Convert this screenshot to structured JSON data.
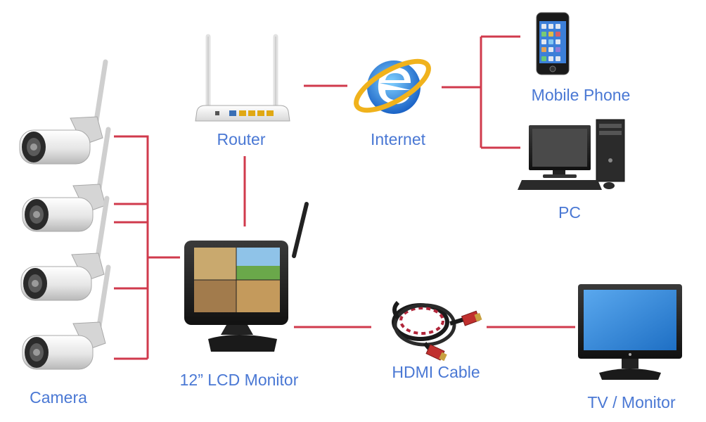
{
  "labels": {
    "router": "Router",
    "internet": "Internet",
    "mobile_phone": "Mobile Phone",
    "pc": "PC",
    "camera": "Camera",
    "lcd_monitor": "12” LCD Monitor",
    "hdmi_cable": "HDMI Cable",
    "tv_monitor": "TV / Monitor"
  },
  "colors": {
    "connector_line": "#d03a4c",
    "label_text": "#4a78d4"
  },
  "icons": [
    "camera-icon",
    "router-icon",
    "internet-explorer-icon",
    "mobile-phone-icon",
    "pc-icon",
    "lcd-monitor-icon",
    "hdmi-cable-icon",
    "tv-monitor-icon"
  ]
}
